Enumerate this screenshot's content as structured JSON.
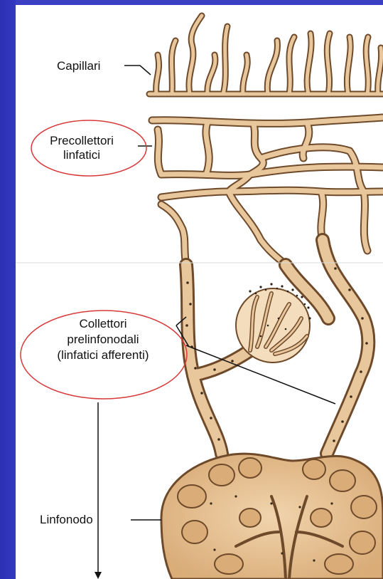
{
  "labels": {
    "capillari": "Capillari",
    "precollettori_line1": "Precollettori",
    "precollettori_line2": "linfatici",
    "collettori_line1": "Collettori",
    "collettori_line2": "prelinfonodali",
    "collettori_line3": "(linfatici afferenti)",
    "linfonodo": "Linfonodo"
  },
  "colors": {
    "vessel_fill": "#e9c79c",
    "vessel_stroke": "#6e4a2a",
    "highlight_ellipse": "#d83a3a",
    "slide_background": "#2a2fb3"
  }
}
